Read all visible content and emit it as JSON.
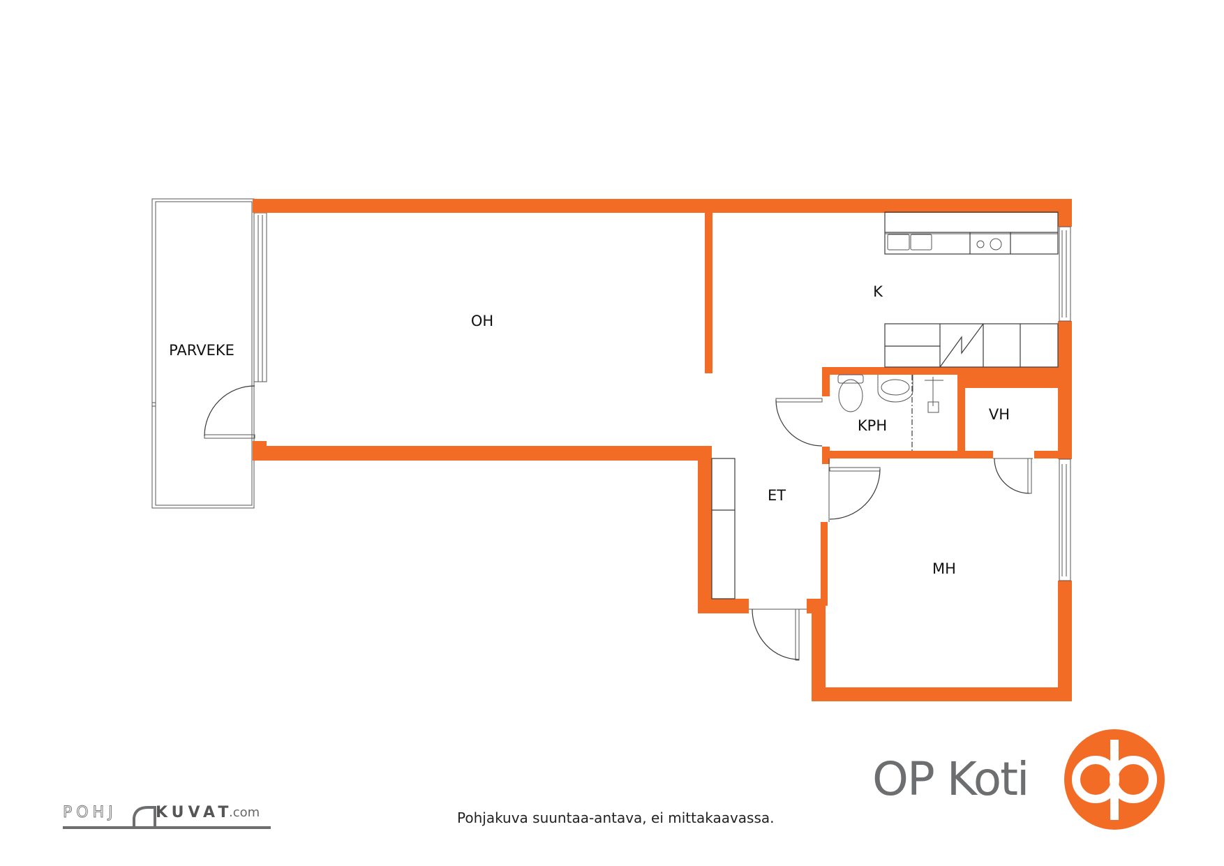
{
  "plan": {
    "wall_color": "#f26c26",
    "line_color": "#3a3a3a",
    "rooms": [
      {
        "id": "parveke",
        "label": "PARVEKE"
      },
      {
        "id": "oh",
        "label": "OH"
      },
      {
        "id": "k",
        "label": "K"
      },
      {
        "id": "kph",
        "label": "KPH"
      },
      {
        "id": "vh",
        "label": "VH"
      },
      {
        "id": "et",
        "label": "ET"
      },
      {
        "id": "mh",
        "label": "MH"
      }
    ]
  },
  "footer": {
    "note": "Pohjakuva suuntaa-antava, ei mittakaavassa.",
    "source_logo": {
      "part1": "POHJ",
      "part2": "KUVAT",
      "part3": ".com"
    },
    "brand": {
      "name": "OP Koti",
      "logo_icon": "op-logo-icon",
      "logo_color": "#f26c26",
      "text_color": "#6d6e70"
    }
  }
}
